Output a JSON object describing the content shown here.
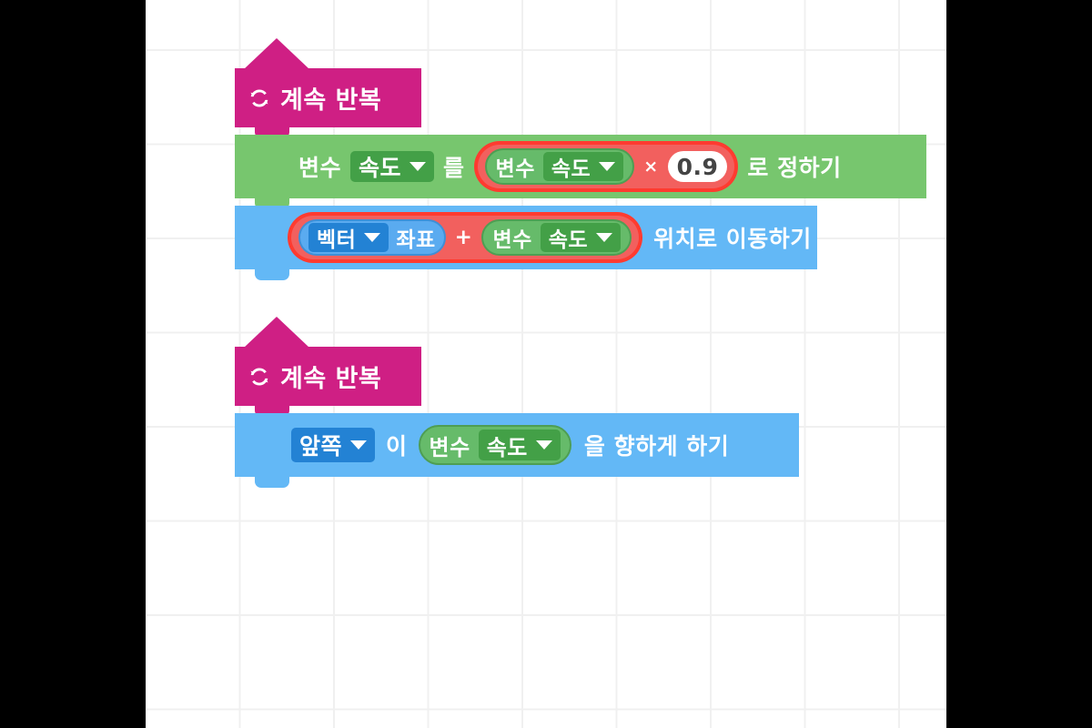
{
  "canvas": {
    "background": "#ffffff",
    "grid_color": "#f0f0f0",
    "letterbox_color": "#000000"
  },
  "palette": {
    "control_pink": "#cf1f84",
    "variable_green": "#77c66e",
    "variable_dropdown_green": "#43a047",
    "reporter_green": "#66bb6a",
    "motion_blue": "#63b8f6",
    "motion_dropdown_blue": "#2382d4",
    "operator_red": "#f2605e",
    "highlight_red": "#ff3b30",
    "number_field_white": "#ffffff"
  },
  "scripts": [
    {
      "id": "script-1",
      "hat": {
        "icon": "loop-arrow-icon",
        "label": "계속 반복"
      },
      "blocks": [
        {
          "id": "set-variable-block",
          "kind": "variable",
          "prefix_label": "변수",
          "variable_dropdown": "속도",
          "particle_label": "를",
          "operand": {
            "kind": "operator-multiply",
            "highlighted": true,
            "left": {
              "prefix_label": "변수",
              "dropdown": "속도"
            },
            "operator_symbol": "×",
            "right_value": "0.9"
          },
          "suffix_label": "로 정하기"
        },
        {
          "id": "move-to-position-block",
          "kind": "motion",
          "operand": {
            "kind": "operator-plus",
            "highlighted": true,
            "left": {
              "dropdown": "벡터",
              "trailing_label": "좌표"
            },
            "operator_symbol": "+",
            "right": {
              "prefix_label": "변수",
              "dropdown": "속도"
            }
          },
          "suffix_label": "위치로 이동하기"
        }
      ]
    },
    {
      "id": "script-2",
      "hat": {
        "icon": "loop-arrow-icon",
        "label": "계속 반복"
      },
      "blocks": [
        {
          "id": "point-towards-block",
          "kind": "motion",
          "dropdown": "앞쪽",
          "particle_label": "이",
          "operand": {
            "prefix_label": "변수",
            "dropdown": "속도"
          },
          "suffix_label": "을 향하게 하기"
        }
      ]
    }
  ]
}
